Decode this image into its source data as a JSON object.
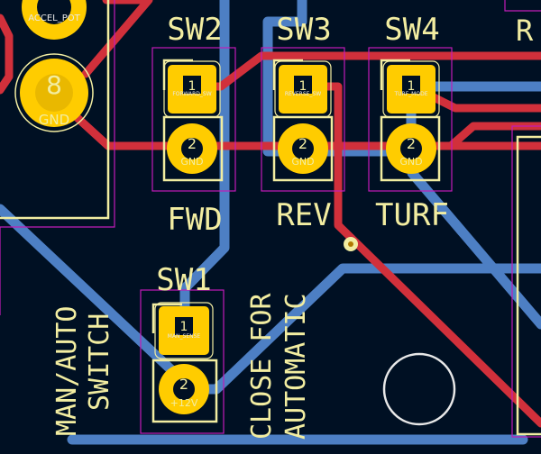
{
  "pcb": {
    "colors": {
      "background": "#001023",
      "top_copper": "#d1303b",
      "bottom_copper": "#4d7fc4",
      "pad_copper": "#ffcc00",
      "silkscreen": "#f2eda1",
      "courtyard": "#c21cb8",
      "via": "#e0b040"
    },
    "connectors": {
      "top_left_net_label": "ACCEL_POT",
      "pin8_number": "8",
      "pin8_net": "GND"
    },
    "switches": [
      {
        "ref": "SW2",
        "label": "FWD",
        "pin1_number": "1",
        "pin1_net": "FORWARD_SW",
        "pin2_number": "2",
        "pin2_net": "GND"
      },
      {
        "ref": "SW3",
        "label": "REV",
        "pin1_number": "1",
        "pin1_net": "REVERSE_SW",
        "pin2_number": "2",
        "pin2_net": "GND"
      },
      {
        "ref": "SW4",
        "label": "TURF",
        "pin1_number": "1",
        "pin1_net": "TURF_MODE",
        "pin2_number": "2",
        "pin2_net": "GND"
      },
      {
        "ref": "SW1",
        "label": "",
        "pin1_number": "1",
        "pin1_net": "MAN_SENSE",
        "pin2_number": "2",
        "pin2_net": "+12V"
      }
    ],
    "labels": {
      "man_auto_line1": "MAN/AUTO",
      "man_auto_line2": "SWITCH",
      "close_line1": "CLOSE FOR",
      "close_line2": "AUTOMATIC",
      "edge_ref": "R"
    }
  }
}
